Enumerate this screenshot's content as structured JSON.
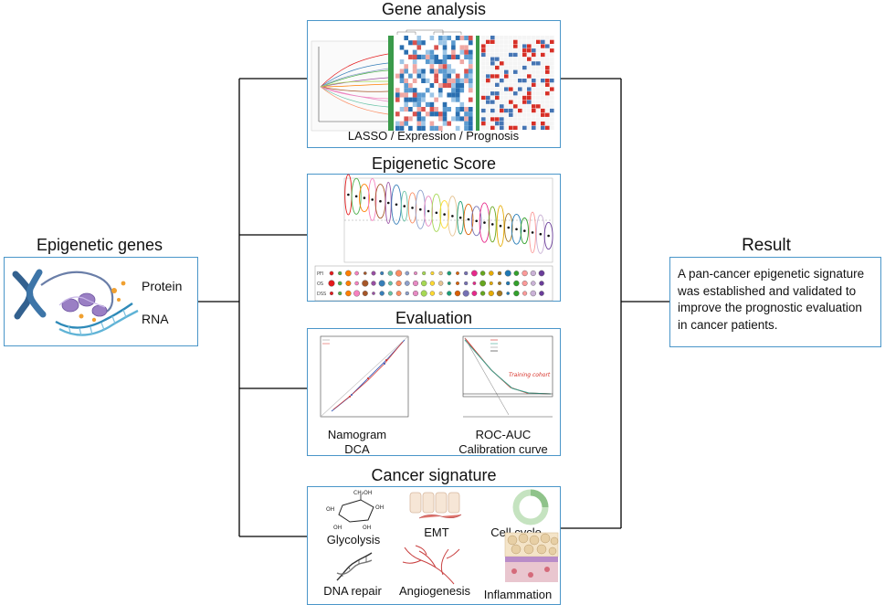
{
  "input": {
    "title": "Epigenetic genes",
    "items": [
      "Protein",
      "RNA"
    ]
  },
  "panels": {
    "gene_analysis": {
      "title": "Gene analysis",
      "caption": "LASSO / Expression / Prognosis"
    },
    "epigenetic_score": {
      "title": "Epigenetic Score",
      "row_labels": [
        "PFI",
        "OS",
        "DSS"
      ]
    },
    "evaluation": {
      "title": "Evaluation",
      "left_caption": [
        "Namogram",
        "DCA"
      ],
      "right_caption": [
        "ROC-AUC",
        "Calibration curve"
      ],
      "dca_annotation": "Training cohort"
    },
    "cancer_signature": {
      "title": "Cancer signature",
      "items": [
        "Glycolysis",
        "EMT",
        "Cell cycle",
        "DNA repair",
        "Angiogenesis",
        "Inflammation"
      ],
      "sugar_labels": [
        "CH₂OH",
        "OH",
        "OH",
        "OH",
        "OH"
      ]
    }
  },
  "result": {
    "title": "Result",
    "text": "A pan-cancer epigenetic signature was established and validated to improve the prognostic evaluation in cancer patients."
  },
  "colors": {
    "border": "#4a96c9",
    "connector": "#000000",
    "red": "#d73027",
    "blue": "#4575b4"
  }
}
